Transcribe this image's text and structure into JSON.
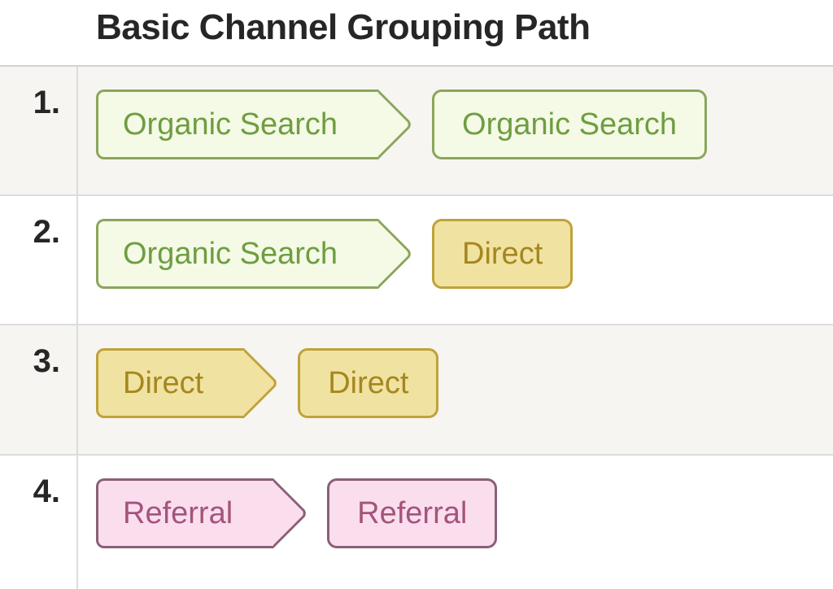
{
  "header": {
    "title": "Basic Channel Grouping Path"
  },
  "colors": {
    "organic_search": {
      "bg": "#f4fae5",
      "border": "#8aa55c",
      "text": "#6f9d42"
    },
    "direct": {
      "bg": "#f0e2a1",
      "border": "#c0a23a",
      "text": "#a5871f"
    },
    "referral": {
      "bg": "#fbdeee",
      "border": "#8a5f79",
      "text": "#a4547d"
    }
  },
  "rows": [
    {
      "index": "1.",
      "path": [
        {
          "label": "Organic Search",
          "channel": "organic_search",
          "shape": "arrow"
        },
        {
          "label": "Organic Search",
          "channel": "organic_search",
          "shape": "rect"
        }
      ]
    },
    {
      "index": "2.",
      "path": [
        {
          "label": "Organic Search",
          "channel": "organic_search",
          "shape": "arrow"
        },
        {
          "label": "Direct",
          "channel": "direct",
          "shape": "rect"
        }
      ]
    },
    {
      "index": "3.",
      "path": [
        {
          "label": "Direct",
          "channel": "direct",
          "shape": "arrow"
        },
        {
          "label": "Direct",
          "channel": "direct",
          "shape": "rect"
        }
      ]
    },
    {
      "index": "4.",
      "path": [
        {
          "label": "Referral",
          "channel": "referral",
          "shape": "arrow"
        },
        {
          "label": "Referral",
          "channel": "referral",
          "shape": "rect"
        }
      ]
    }
  ]
}
